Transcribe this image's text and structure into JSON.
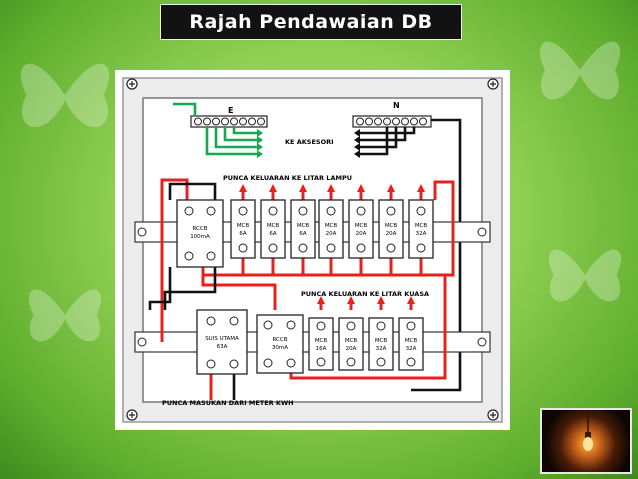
{
  "title": "Rajah Pendawaian DB",
  "colors": {
    "live": "#e8201e",
    "neutral": "#111111",
    "earth": "#16a850",
    "panel": "#ffffff"
  },
  "bars": {
    "earth_label": "E",
    "neutral_label": "N"
  },
  "labels": {
    "accessories": "KE AKSESORI",
    "lighting_outputs": "PUNCA KELUARAN KE LITAR LAMPU",
    "power_outputs": "PUNCA KELUARAN KE LITAR KUASA",
    "meter_input": "PUNCA MASUKAN DARI METER KWH"
  },
  "top_row": [
    {
      "line1": "RCCB",
      "line2": "100mA"
    },
    {
      "line1": "MCB",
      "line2": "6A"
    },
    {
      "line1": "MCB",
      "line2": "6A"
    },
    {
      "line1": "MCB",
      "line2": "6A"
    },
    {
      "line1": "MCB",
      "line2": "20A"
    },
    {
      "line1": "MCB",
      "line2": "20A"
    },
    {
      "line1": "MCB",
      "line2": "20A"
    },
    {
      "line1": "MCB",
      "line2": "32A"
    }
  ],
  "bottom_row": [
    {
      "line1": "SUIS UTAMA",
      "line2": "63A"
    },
    {
      "line1": "RCCB",
      "line2": "30mA"
    },
    {
      "line1": "MCB",
      "line2": "16A"
    },
    {
      "line1": "MCB",
      "line2": "20A"
    },
    {
      "line1": "MCB",
      "line2": "32A"
    },
    {
      "line1": "MCB",
      "line2": "32A"
    }
  ]
}
